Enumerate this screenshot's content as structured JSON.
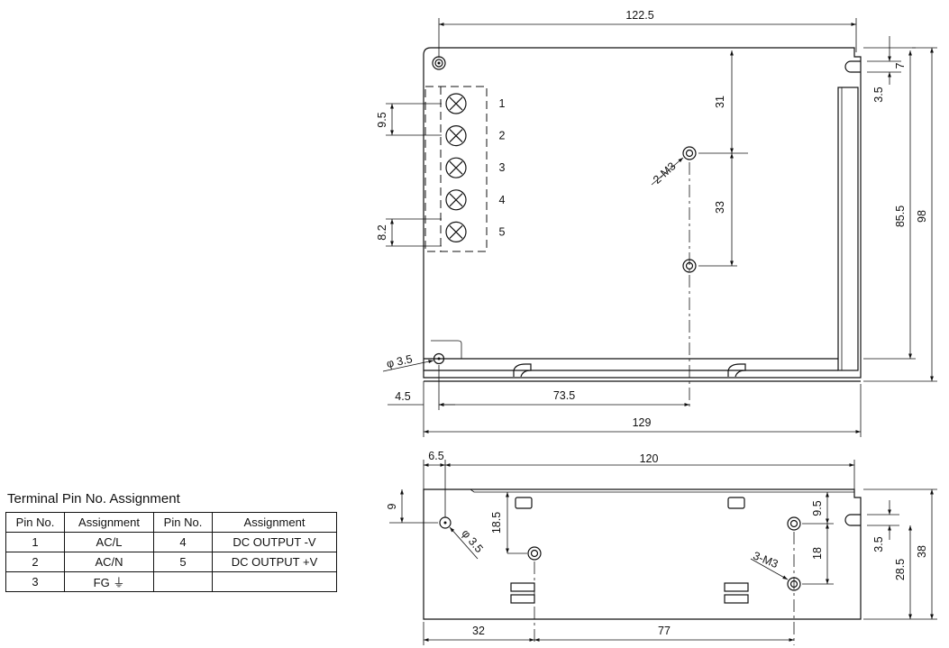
{
  "drawing": {
    "top_view": {
      "dimensions": {
        "overall_top_width": "122.5",
        "slot_offset": "7",
        "slot_width": "3.5",
        "terminal_pitch": "9.5",
        "terminal_bottom_offset": "8.2",
        "hole_top_offset": "31",
        "hole_spacing": "33",
        "mount_height": "85.5",
        "total_height": "98",
        "hole_diameter": "φ 3.5",
        "left_offset": "4.5",
        "hole_x_offset": "73.5",
        "total_width": "129"
      },
      "screw_label": "2-M3",
      "terminals": [
        "1",
        "2",
        "3",
        "4",
        "5"
      ]
    },
    "side_view": {
      "dimensions": {
        "left_edge": "6.5",
        "span": "120",
        "hole_height": "9",
        "hole_to_screw": "18.5",
        "hole_diameter": "φ 3.5",
        "upper_screw_offset": "9.5",
        "screw_spacing": "18",
        "slot_width": "3.5",
        "slot_height": "28.5",
        "total_height": "38",
        "bottom_left": "32",
        "bottom_right": "77"
      },
      "screw_label": "3-M3"
    }
  },
  "pin_table": {
    "title": "Terminal Pin No.  Assignment",
    "headers": [
      "Pin No.",
      "Assignment",
      "Pin No.",
      "Assignment"
    ],
    "rows": [
      [
        "1",
        "AC/L",
        "4",
        "DC OUTPUT -V"
      ],
      [
        "2",
        "AC/N",
        "5",
        "DC OUTPUT +V"
      ],
      [
        "3",
        "FG ⏚",
        "",
        ""
      ]
    ]
  }
}
